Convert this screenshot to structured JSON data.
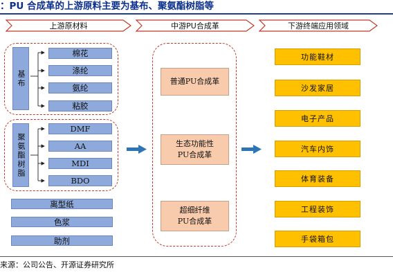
{
  "title": "：PU 合成革的上游原料主要为基布、聚氨酯树脂等",
  "headers": {
    "upstream": "上游原材料",
    "midstream": "中游PU合成革",
    "downstream": "下游终端应用领域"
  },
  "groups": {
    "base_cloth": {
      "label": "基布",
      "items": [
        "棉花",
        "涤纶",
        "氨纶",
        "粘胶"
      ]
    },
    "pu_resin": {
      "label": "聚氨酯树脂",
      "items": [
        "DMF",
        "AA",
        "MDI",
        "BDO"
      ]
    }
  },
  "other_materials": [
    "离型纸",
    "色浆",
    "助剂"
  ],
  "midstream_products": [
    "普通PU合成革",
    "生态功能性\nPU合成革",
    "超细纤维\nPU合成革"
  ],
  "downstream_applications": [
    "功能鞋材",
    "沙发家居",
    "电子产品",
    "汽车内饰",
    "体育装备",
    "工程装饰",
    "手袋箱包"
  ],
  "source": "来源：公司公告、开源证券研究所",
  "colors": {
    "blue_box": "#8ea9db",
    "peach_box": "#f8cbad",
    "gold_box": "#ffc000",
    "dashed_border": "#c0392b",
    "arrow": "#2e75b6",
    "title": "#0b2f8a"
  }
}
